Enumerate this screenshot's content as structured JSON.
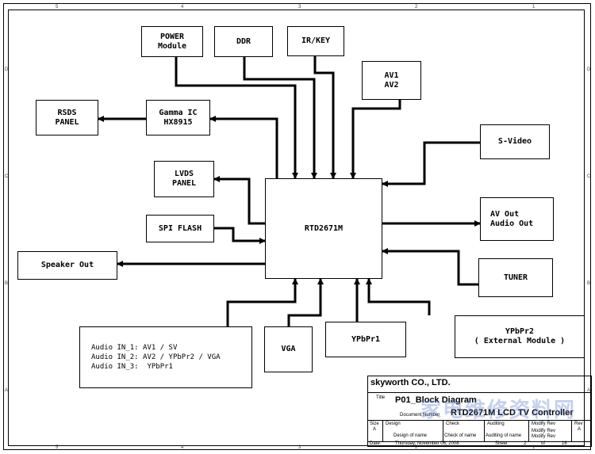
{
  "border": {
    "top_ticks": [
      "5",
      "4",
      "3",
      "2",
      "1"
    ],
    "bottom_ticks": [
      "5",
      "4",
      "3",
      "2",
      "1"
    ],
    "left_ticks": [
      "D",
      "C",
      "B",
      "A"
    ],
    "right_ticks": [
      "D",
      "C",
      "B",
      "A"
    ]
  },
  "blocks": {
    "center": "RTD2671M",
    "power": "POWER\nModule",
    "ddr": "DDR",
    "irkey": "IR/KEY",
    "av12": "AV1\nAV2",
    "rsds": "RSDS\nPANEL",
    "gamma": "Gamma IC\nHX8915",
    "svideo": "S-Video",
    "lvds": "LVDS\nPANEL",
    "avout": "AV Out\nAudio Out",
    "spi": "SPI FLASH",
    "speaker": "Speaker Out",
    "tuner": "TUNER",
    "audioin": "Audio IN_1: AV1 / SV\nAudio IN_2: AV2 / YPbPr2 / VGA\nAudio IN_3:  YPbPr1",
    "vga": "VGA",
    "ypbpr1": "YPbPr1",
    "ypbpr2": "YPbPr2\n( External Module )"
  },
  "title_block": {
    "company": "skyworth  CO., LTD.",
    "title_label": "Title",
    "title": "P01_Block Diagram",
    "doc_number_label": "Document Number",
    "doc_number": "RTD2671M LCD TV Controller",
    "size_label": "Size",
    "size": "A",
    "design_label": "Design",
    "check_label": "Check",
    "auditing_label": "Auditing",
    "modify_label": "Modify Rev",
    "rev_label": "Rev",
    "rev": "A",
    "design_of_name": "Design of name",
    "check_of_name": "Check of name",
    "auditing_of_name": "Auditing of name",
    "modify_rev2": "Modify Rev",
    "modify_rev3": "Modify Rev",
    "date_label": "Date:",
    "date": "Thursday, November 06, 2008",
    "sheet_label": "Sheet",
    "sheet": "2",
    "of_label": "of",
    "of_total": "16"
  },
  "watermark": "家电维修资料网"
}
